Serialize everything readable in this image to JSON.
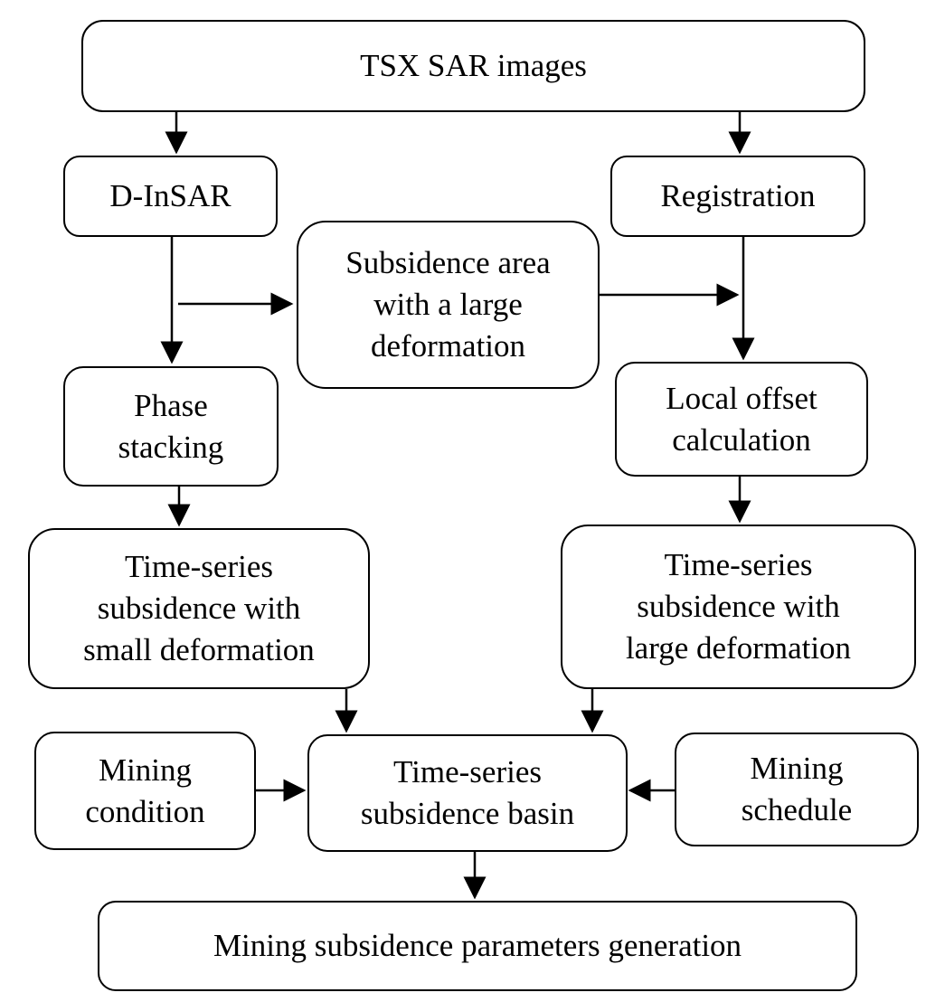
{
  "nodes": {
    "tsx": "TSX SAR images",
    "dinsar": "D-InSAR",
    "registration": "Registration",
    "subsidence_area": "Subsidence area\nwith a large\ndeformation",
    "phase_stacking": "Phase\nstacking",
    "local_offset": "Local offset\ncalculation",
    "ts_small": "Time-series\nsubsidence with\nsmall deformation",
    "ts_large": "Time-series\nsubsidence with\nlarge deformation",
    "mining_condition": "Mining\ncondition",
    "ts_basin": "Time-series\nsubsidence basin",
    "mining_schedule": "Mining\nschedule",
    "params": "Mining subsidence parameters generation"
  },
  "colors": {
    "stroke": "#000000",
    "background": "#ffffff"
  }
}
